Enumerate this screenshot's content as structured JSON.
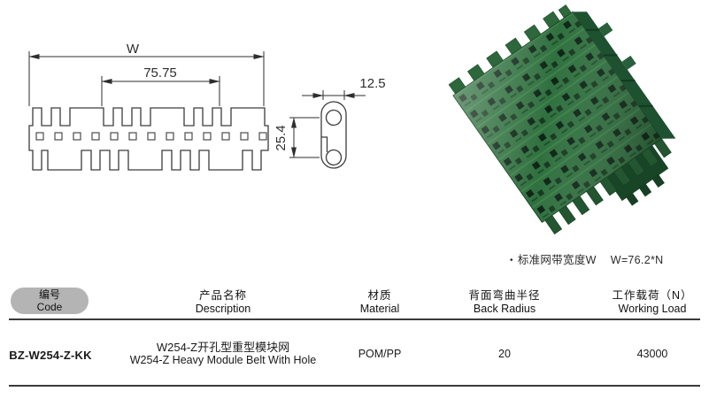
{
  "drawing": {
    "width_label": "W",
    "pitch_label": "75.75",
    "side_width_label": "12.5",
    "side_height_label": "25.4"
  },
  "note": {
    "bullet": "•",
    "label": "标准网带宽度W",
    "formula": "W=76.2*N"
  },
  "table": {
    "headers": {
      "code": {
        "zh": "编号",
        "en": "Code"
      },
      "description": {
        "zh": "产品名称",
        "en": "Description"
      },
      "material": {
        "zh": "材质",
        "en": "Material"
      },
      "back_radius": {
        "zh": "背面弯曲半径",
        "en": "Back Radius"
      },
      "working_load": {
        "zh": "工作载荷（N）",
        "en": "Working Load"
      }
    },
    "row": {
      "code": "BZ-W254-Z-KK",
      "description_zh": "W254-Z开孔型重型模块网",
      "description_en": "W254-Z Heavy Module  Belt With Hole",
      "material": "POM/PP",
      "back_radius": "20",
      "working_load": "43000"
    }
  },
  "colors": {
    "belt_green": "#30703f",
    "pill_gray": "#b4b4b4",
    "line_dark": "#3a3a3a"
  }
}
